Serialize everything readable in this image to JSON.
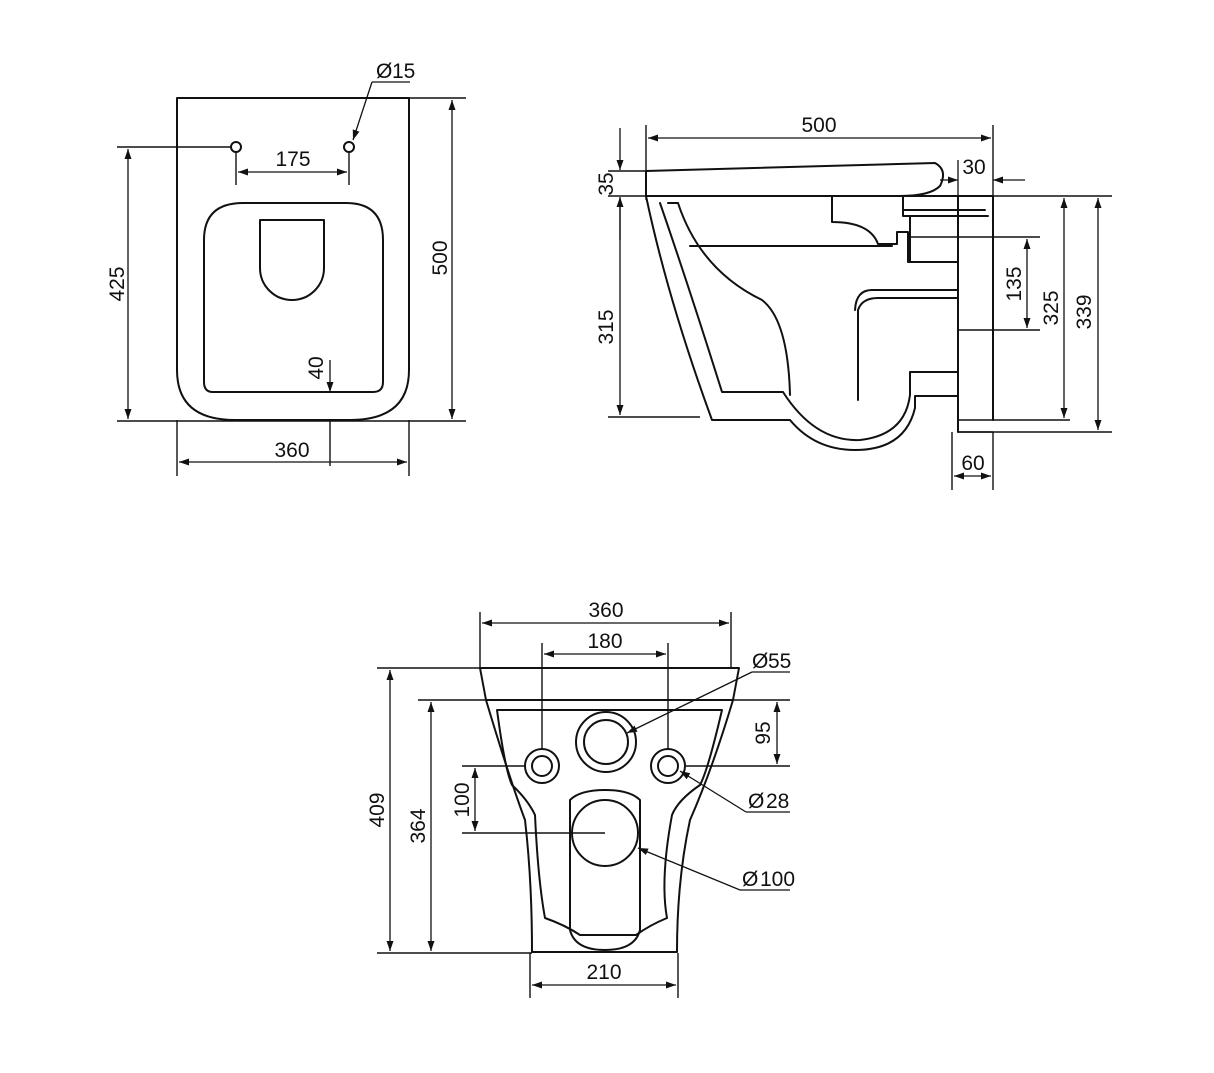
{
  "diameter_symbol": "Ø",
  "top_view": {
    "hole_spacing": "175",
    "hole_diameter": "15",
    "hole_depth": "425",
    "total_length": "500",
    "width": "360",
    "rim_front": "40"
  },
  "side_view": {
    "length": "500",
    "seat_thickness": "35",
    "hinge_offset": "30",
    "bowl_height": "315",
    "outlet_height": "135",
    "mount_height_1": "325",
    "mount_height_2": "339",
    "wall_depth": "60"
  },
  "rear_view": {
    "width": "360",
    "bolt_spacing": "180",
    "inlet_diameter": "55",
    "inlet_offset": "95",
    "bolt_diameter": "28",
    "outlet_offset": "100",
    "outlet_diameter": "100",
    "total_height": "409",
    "inner_height": "364",
    "base_width": "210"
  }
}
